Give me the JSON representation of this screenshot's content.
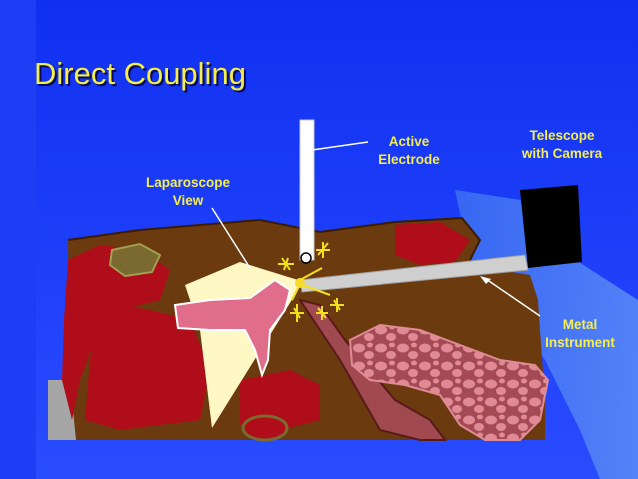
{
  "slide": {
    "title": "Direct Coupling",
    "colors": {
      "background": "#1a3cff",
      "title_text": "#f2ee4a",
      "label_text": "#f4ee55",
      "tissue_brown": "#6b3a0e",
      "tissue_red": "#b00d1a",
      "organ_pink": "#c97a86",
      "scope_light": "#fff7c4",
      "telescope": "#000000"
    }
  },
  "labels": {
    "active_electrode": [
      "Active",
      "Electrode"
    ],
    "telescope": [
      "Telescope",
      "with Camera"
    ],
    "laparoscope_view": [
      "Laparoscope",
      "View"
    ],
    "metal_instrument": [
      "Metal",
      "Instrument"
    ]
  }
}
